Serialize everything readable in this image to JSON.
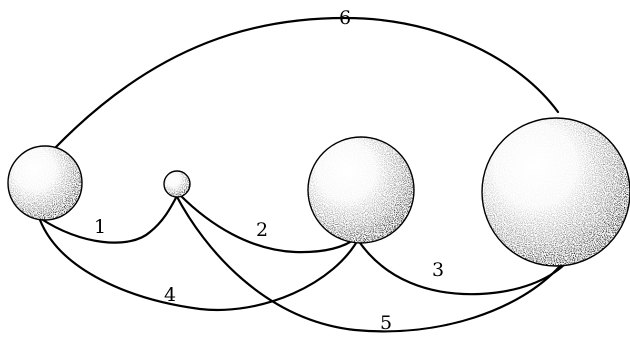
{
  "labels": {
    "c1": "1",
    "c2": "2",
    "c3": "3",
    "c4": "4",
    "c5": "5",
    "c6": "6"
  },
  "colors": {
    "ink": "#000000",
    "paper": "#ffffff"
  }
}
